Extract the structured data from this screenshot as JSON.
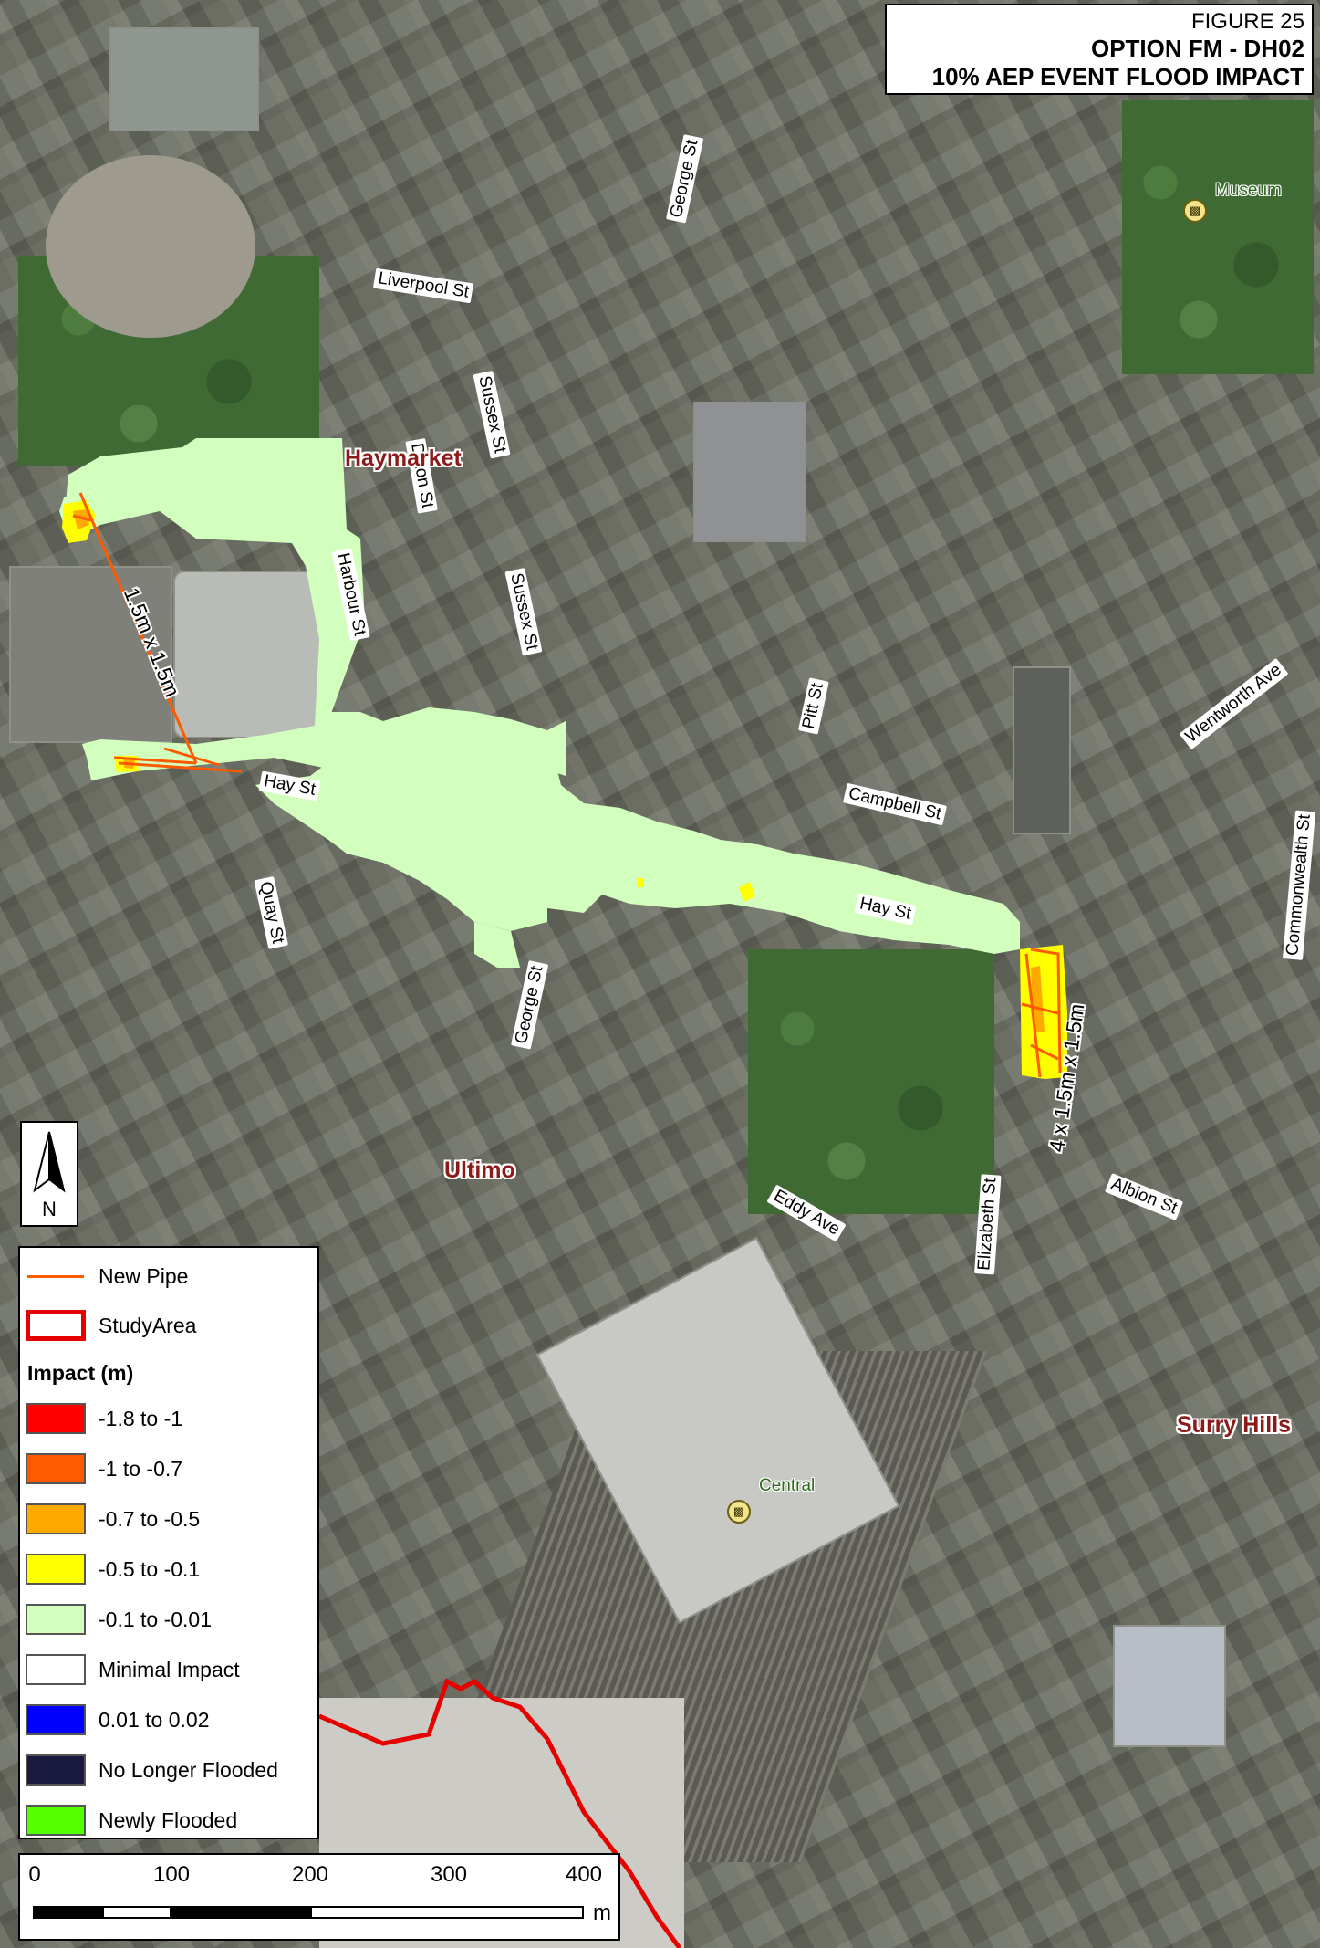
{
  "title": {
    "figure": "FIGURE 25",
    "option": "OPTION FM - DH02",
    "event": "10% AEP EVENT FLOOD IMPACT"
  },
  "streets": {
    "liverpool": "Liverpool St",
    "george_north": "George St",
    "sussex_north": "Sussex St",
    "sussex_south": "Sussex St",
    "dixon": "Dixon St",
    "harbour": "Harbour St",
    "hay_west": "Hay St",
    "hay_east": "Hay St",
    "pitt": "Pitt St",
    "campbell": "Campbell St",
    "wentworth": "Wentworth Ave",
    "commonwealth": "Commonwealth St",
    "quay": "Quay St",
    "george_south": "George St",
    "elizabeth": "Elizabeth St",
    "albion": "Albion St",
    "eddy": "Eddy Ave"
  },
  "suburbs": {
    "haymarket": "Haymarket",
    "ultimo": "Ultimo",
    "surry_hills": "Surry Hills"
  },
  "pois": {
    "museum": "Museum",
    "central": "Central"
  },
  "pipes": {
    "west": "1.5m x 1.5m",
    "east": "4 x 1.5m x 1.5m"
  },
  "north_arrow": {
    "label": "N"
  },
  "legend": {
    "new_pipe": "New Pipe",
    "study_area": "StudyArea",
    "impact_heading": "Impact (m)",
    "classes": [
      {
        "label": "-1.8 to -1",
        "color": "#ff0000"
      },
      {
        "label": "-1 to -0.7",
        "color": "#ff5a00"
      },
      {
        "label": "-0.7 to -0.5",
        "color": "#ffaa00"
      },
      {
        "label": "-0.5 to -0.1",
        "color": "#ffff00"
      },
      {
        "label": "-0.1 to -0.01",
        "color": "#d3ffbe"
      },
      {
        "label": "Minimal Impact",
        "color": "#ffffff"
      },
      {
        "label": "0.01 to 0.02",
        "color": "#0000ff"
      },
      {
        "label": "No Longer Flooded",
        "color": "#1a1a40"
      },
      {
        "label": "Newly Flooded",
        "color": "#55ff00"
      }
    ],
    "pipe_color": "#ff5a00",
    "study_area_color": "#e60000"
  },
  "scale_bar": {
    "ticks": [
      "0",
      "100",
      "200",
      "300",
      "400"
    ],
    "unit": "m"
  }
}
